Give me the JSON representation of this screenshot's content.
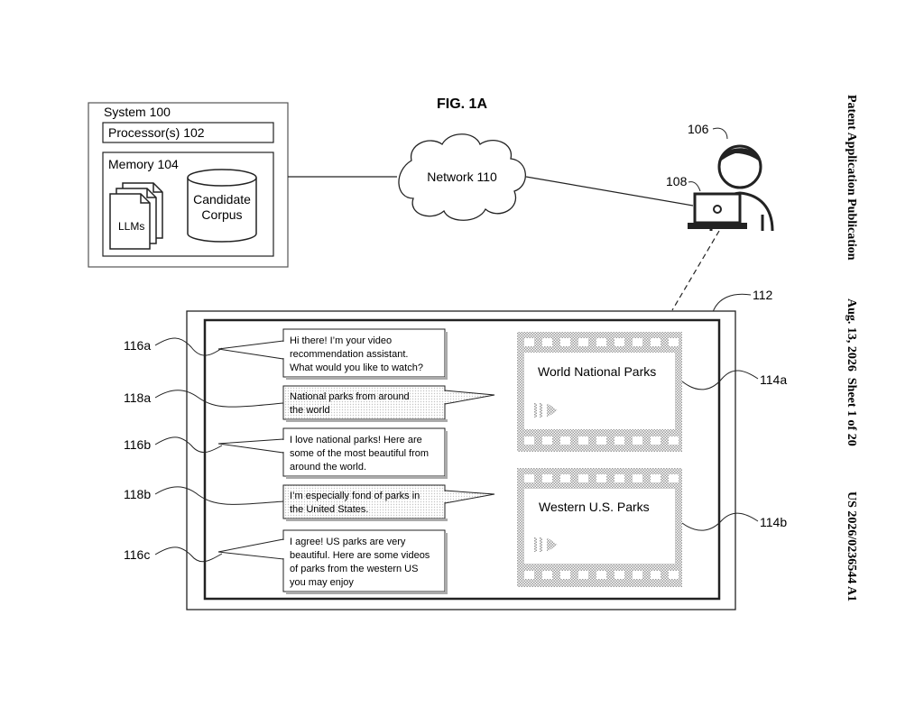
{
  "figure": {
    "title": "FIG. 1A",
    "header": {
      "publication": "Patent Application Publication",
      "date_sheet": "Aug. 13, 2026  Sheet 1 of 20",
      "number": "US 2026/0236544 A1"
    },
    "system": {
      "label": "System 100",
      "processor": "Processor(s) 102",
      "memory": "Memory 104",
      "llms": "LLMs",
      "corpus_line1": "Candidate",
      "corpus_line2": "Corpus"
    },
    "network": "Network 110",
    "user_refs": {
      "user": "106",
      "device": "108",
      "display": "112"
    },
    "chat": [
      {
        "ref": "116a",
        "kind": "assistant",
        "lines": [
          "Hi there!  I’m your video",
          "recommendation assistant.",
          "What would you like to watch?"
        ]
      },
      {
        "ref": "118a",
        "kind": "user",
        "lines": [
          "National parks from around",
          "the world"
        ]
      },
      {
        "ref": "116b",
        "kind": "assistant",
        "lines": [
          "I love national parks!  Here are",
          "some of the most beautiful from",
          "around the world."
        ]
      },
      {
        "ref": "118b",
        "kind": "user",
        "lines": [
          "I’m especially fond of parks in",
          "the United States."
        ]
      },
      {
        "ref": "116c",
        "kind": "assistant",
        "lines": [
          "I agree!  US parks are very",
          "beautiful.  Here are some videos",
          "of parks from the western US",
          "you may enjoy"
        ]
      }
    ],
    "videos": [
      {
        "ref": "114a",
        "title": "World National Parks"
      },
      {
        "ref": "114b",
        "title": "Western U.S. Parks"
      }
    ]
  }
}
